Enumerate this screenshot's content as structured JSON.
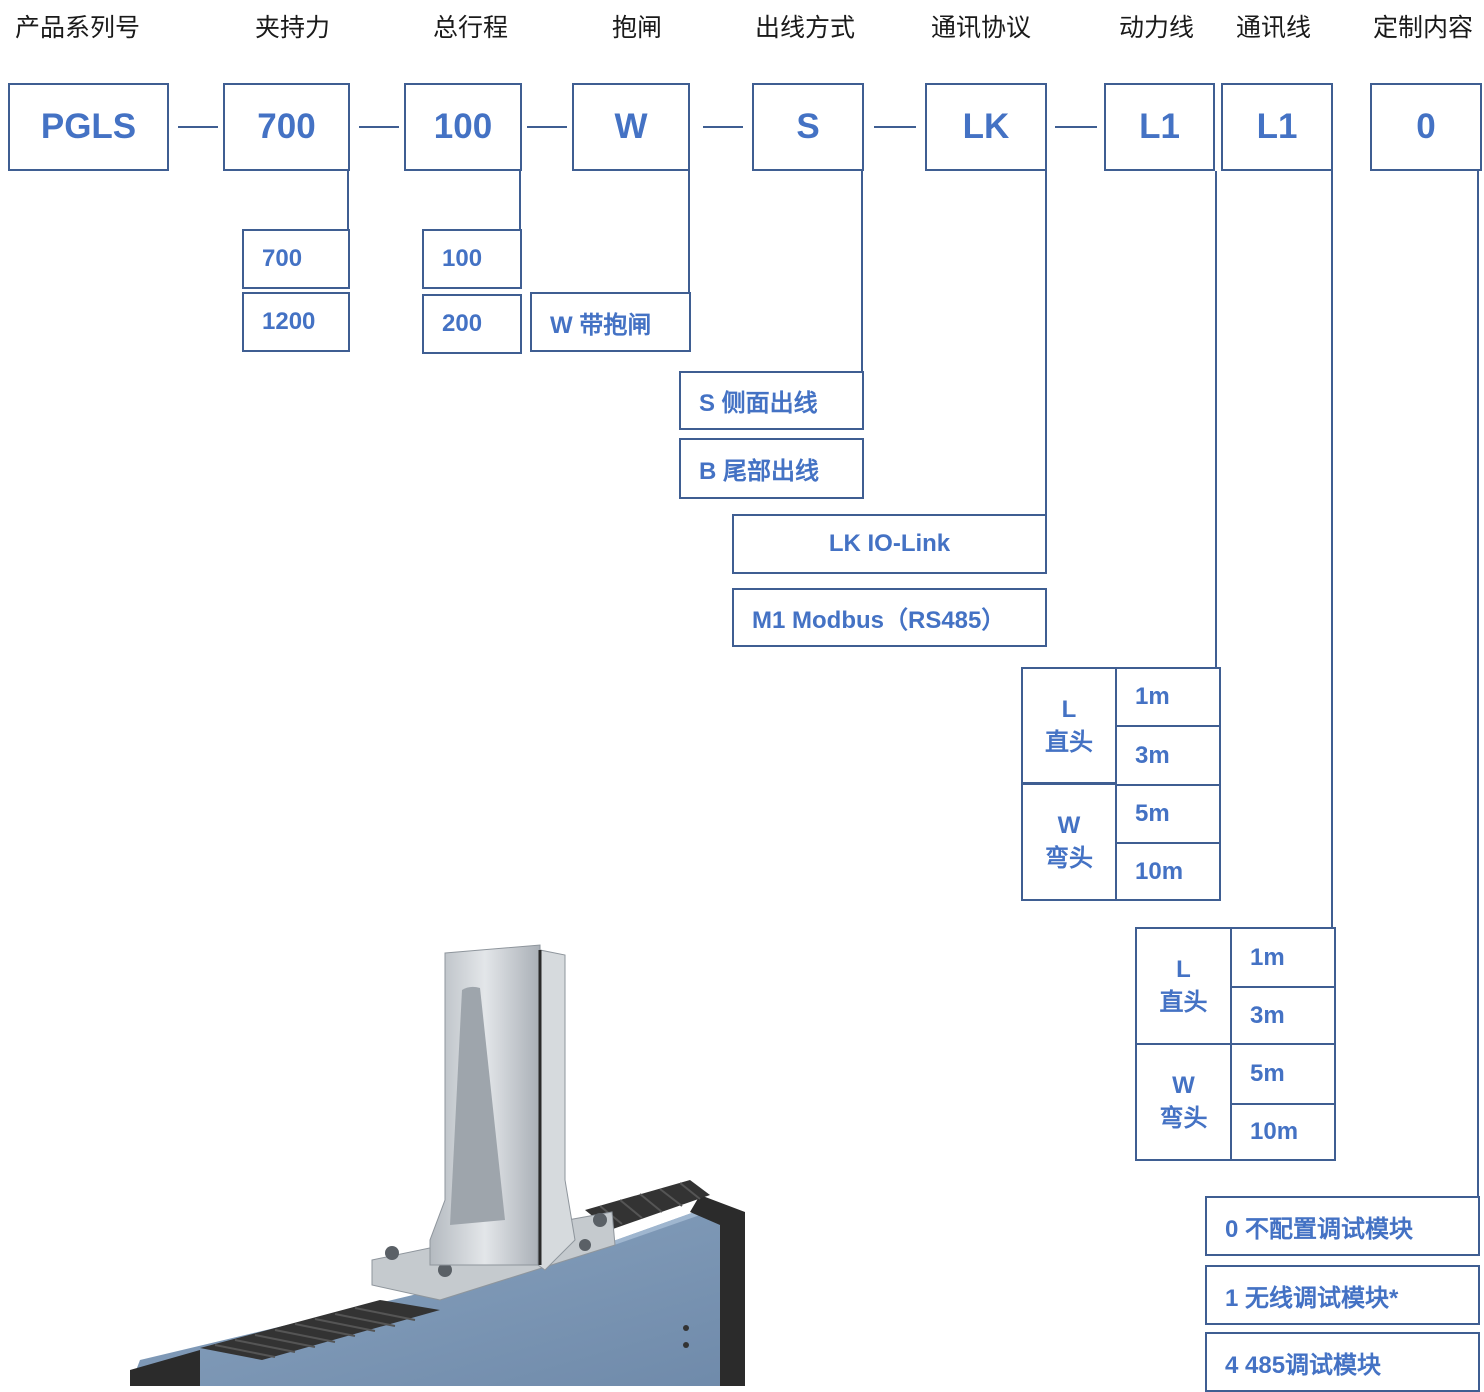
{
  "headers": {
    "series": "产品系列号",
    "force": "夹持力",
    "stroke": "总行程",
    "brake": "抱闸",
    "outlet": "出线方式",
    "protocol": "通讯协议",
    "power_cable": "动力线",
    "comm_cable": "通讯线",
    "custom": "定制内容"
  },
  "codes": {
    "series": "PGLS",
    "force": "700",
    "stroke": "100",
    "brake": "W",
    "outlet": "S",
    "protocol": "LK",
    "power_cable": "L1",
    "comm_cable": "L1",
    "custom": "0"
  },
  "options": {
    "force": [
      "700",
      "1200"
    ],
    "stroke": [
      "100",
      "200"
    ],
    "brake": [
      "W 带抱闸"
    ],
    "outlet": [
      "S 侧面出线",
      "B 尾部出线"
    ],
    "protocol": [
      "LK IO-Link",
      "M1 Modbus（RS485）"
    ],
    "power_cable": {
      "types": [
        {
          "code": "L",
          "name": "直头"
        },
        {
          "code": "W",
          "name": "弯头"
        }
      ],
      "lengths": [
        "1m",
        "3m",
        "5m",
        "10m"
      ]
    },
    "comm_cable": {
      "types": [
        {
          "code": "L",
          "name": "直头"
        },
        {
          "code": "W",
          "name": "弯头"
        }
      ],
      "lengths": [
        "1m",
        "3m",
        "5m",
        "10m"
      ]
    },
    "custom": [
      "0 不配置调试模块",
      "1 无线调试模块*",
      "4 485调试模块"
    ]
  },
  "colors": {
    "code_text": "#4472c4",
    "border": "#3f5e92",
    "header_text": "#1a1a1a"
  }
}
